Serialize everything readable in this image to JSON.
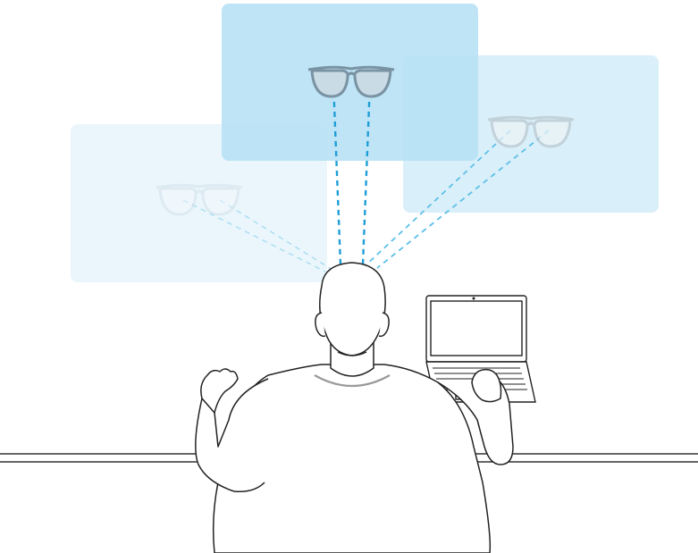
{
  "scene": {
    "panels": [
      {
        "id": "left",
        "level": "dim"
      },
      {
        "id": "center",
        "level": "active"
      },
      {
        "id": "right",
        "level": "medium"
      }
    ],
    "colors": {
      "panel_active": "#b9e2f5",
      "panel_medium": "#daf0fa",
      "panel_dim": "#eaf6fc",
      "gaze_line": "#29a6d9",
      "outline": "#222222",
      "background": "#ffffff"
    },
    "icons": [
      "glasses-icon",
      "person-illustration",
      "laptop-icon",
      "chair-icon"
    ]
  }
}
